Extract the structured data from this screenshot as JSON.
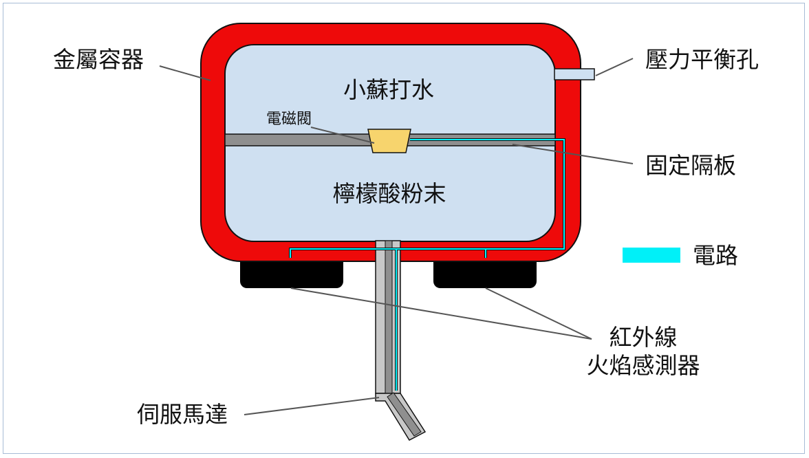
{
  "labels": {
    "container": "金屬容器",
    "pressure_hole": "壓力平衡孔",
    "baking_soda": "小蘇打水",
    "solenoid_valve": "電磁閥",
    "partition": "固定隔板",
    "citric_acid": "檸檬酸粉末",
    "circuit_legend": "電路",
    "ir_sensor_line1": "紅外線",
    "ir_sensor_line2": "火焰感測器",
    "servo": "伺服馬達"
  },
  "colors": {
    "container_red": "#ee0a0a",
    "chamber_fill": "#cfe0f1",
    "partition_gray": "#8f8f8f",
    "valve_yellow": "#f7d46d",
    "circuit_cyan": "#00f0f8",
    "sensor_black": "#000000",
    "leader_line": "#555555"
  }
}
